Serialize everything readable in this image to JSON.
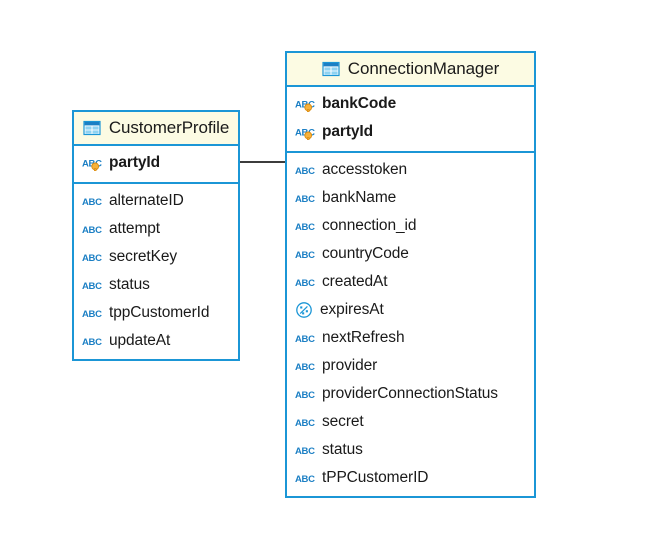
{
  "diagram": {
    "type": "entity-relationship-diagram",
    "background_color": "#ffffff",
    "border_color": "#1b96d6",
    "header_fill": "#fcfbe3",
    "icon_blue": "#1b96d6",
    "key_icon_color": "#f5a623",
    "connector_color": "#3c3c3c",
    "entities": [
      {
        "name": "CustomerProfile",
        "header_icon": "table-icon",
        "key_attributes": [
          {
            "name": "partyId",
            "icon": "abc-key-icon",
            "type": "string",
            "is_key": true
          }
        ],
        "attributes": [
          {
            "name": "alternateID",
            "icon": "abc-icon",
            "type": "string"
          },
          {
            "name": "attempt",
            "icon": "abc-icon",
            "type": "string"
          },
          {
            "name": "secretKey",
            "icon": "abc-icon",
            "type": "string"
          },
          {
            "name": "status",
            "icon": "abc-icon",
            "type": "string"
          },
          {
            "name": "tppCustomerId",
            "icon": "abc-icon",
            "type": "string"
          },
          {
            "name": "updateAt",
            "icon": "abc-icon",
            "type": "string"
          }
        ]
      },
      {
        "name": "ConnectionManager",
        "header_icon": "table-icon",
        "key_attributes": [
          {
            "name": "bankCode",
            "icon": "abc-key-icon",
            "type": "string",
            "is_key": true
          },
          {
            "name": "partyId",
            "icon": "abc-key-icon",
            "type": "string",
            "is_key": true
          }
        ],
        "attributes": [
          {
            "name": "accesstoken",
            "icon": "abc-icon",
            "type": "string"
          },
          {
            "name": "bankName",
            "icon": "abc-icon",
            "type": "string"
          },
          {
            "name": "connection_id",
            "icon": "abc-icon",
            "type": "string"
          },
          {
            "name": "countryCode",
            "icon": "abc-icon",
            "type": "string"
          },
          {
            "name": "createdAt",
            "icon": "abc-icon",
            "type": "string"
          },
          {
            "name": "expiresAt",
            "icon": "object-icon",
            "type": "object"
          },
          {
            "name": "nextRefresh",
            "icon": "abc-icon",
            "type": "string"
          },
          {
            "name": "provider",
            "icon": "abc-icon",
            "type": "string"
          },
          {
            "name": "providerConnectionStatus",
            "icon": "abc-icon",
            "type": "string"
          },
          {
            "name": "secret",
            "icon": "abc-icon",
            "type": "string"
          },
          {
            "name": "status",
            "icon": "abc-icon",
            "type": "string"
          },
          {
            "name": "tPPCustomerID",
            "icon": "abc-icon",
            "type": "string"
          }
        ]
      }
    ],
    "relationships": [
      {
        "from": "CustomerProfile.partyId",
        "to": "ConnectionManager",
        "style": "solid-line"
      }
    ]
  }
}
